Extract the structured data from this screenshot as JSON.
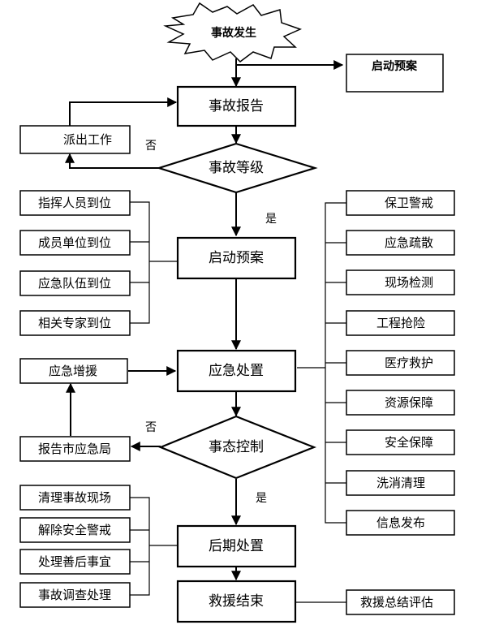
{
  "start": "事故发生",
  "top_right": "启动预案",
  "main": {
    "report": "事故报告",
    "level": "事故等级",
    "plan": "启动预案",
    "response": "应急处置",
    "control": "事态控制",
    "post": "后期处置",
    "end": "救援结束"
  },
  "dispatch": "派出工作",
  "branch": {
    "no_1": "否",
    "yes_1": "是",
    "no_2": "否",
    "yes_2": "是"
  },
  "left_group_1": [
    "指挥人员到位",
    "成员单位到位",
    "应急队伍到位",
    "相关专家到位"
  ],
  "reinforce": "应急增援",
  "report_city": "报告市应急局",
  "left_group_2": [
    "清理事故现场",
    "解除安全警戒",
    "处理善后事宜",
    "事故调查处理"
  ],
  "right_group": [
    "保卫警戒",
    "应急疏散",
    "现场检测",
    "工程抢险",
    "医疗救护",
    "资源保障",
    "安全保障",
    "洗消清理",
    "信息发布"
  ],
  "evaluation": "救援总结评估"
}
